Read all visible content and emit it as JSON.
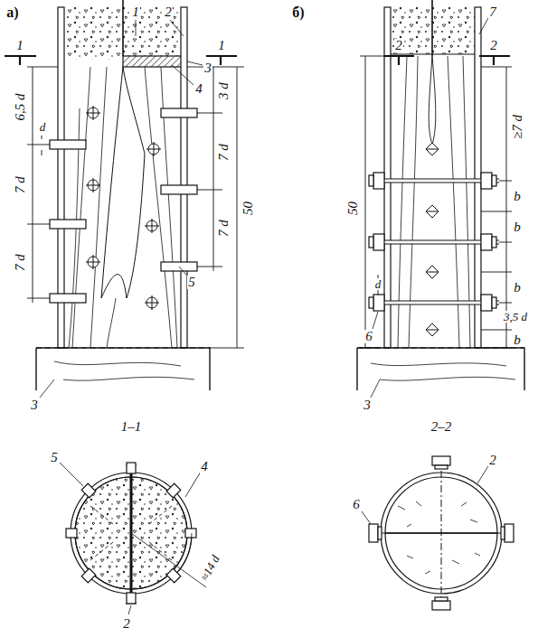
{
  "diagram": {
    "labels": [
      "а)",
      "1",
      "1",
      "1",
      "2",
      "3",
      "4",
      "6,5 d",
      "d",
      "7 d",
      "7 d",
      "3 d",
      "7 d",
      "7 d",
      "50",
      "5",
      "3",
      "б)",
      "7",
      "2",
      "2",
      "50",
      "d",
      "≥7 d",
      "b",
      "b",
      "b",
      "3,5 d",
      "b",
      "6",
      "3",
      "1–1",
      "5",
      "4",
      "2",
      "≈14 d",
      "2–2",
      "2",
      "6"
    ]
  }
}
